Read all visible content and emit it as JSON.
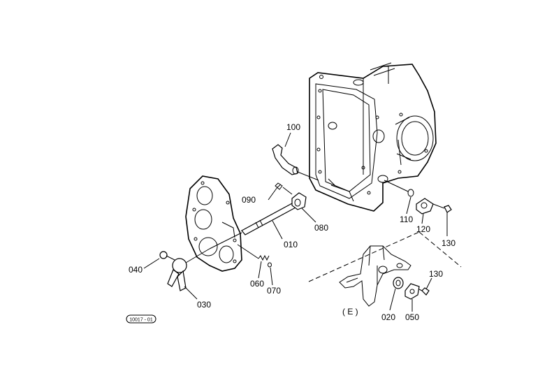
{
  "labels": {
    "p010": "010",
    "p020": "020",
    "p030": "030",
    "p040": "040",
    "p050": "050",
    "p060": "060",
    "p070": "070",
    "p080": "080",
    "p090": "090",
    "p100": "100",
    "p110": "110",
    "p120": "120",
    "p130a": "130",
    "p130b": "130",
    "detail": "( E )",
    "ref_code": "10017 - 01"
  }
}
